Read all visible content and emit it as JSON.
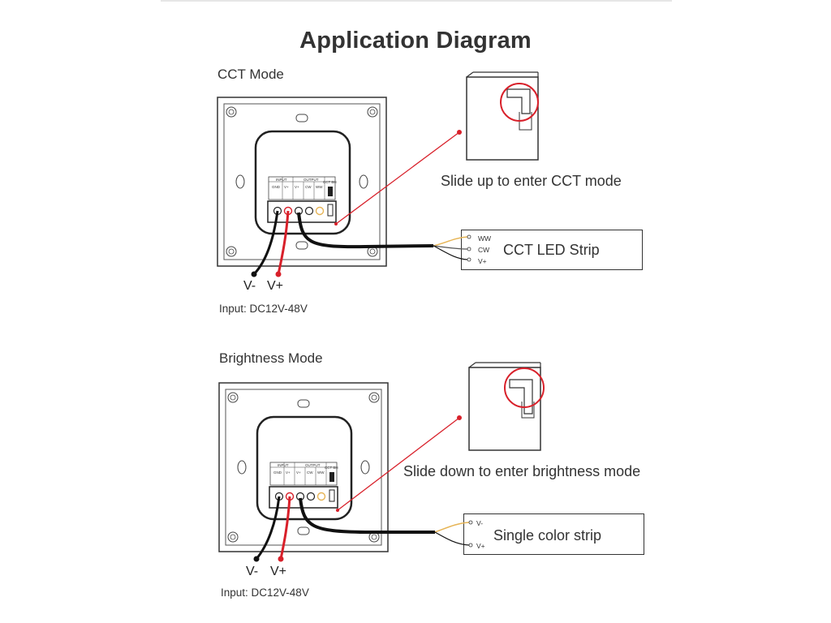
{
  "title": "Application Diagram",
  "cct": {
    "section_label": "CCT Mode",
    "switch_caption": "Slide up to enter CCT mode",
    "strip_label": "CCT LED Strip",
    "strip_pins": [
      "WW",
      "CW",
      "V+"
    ],
    "v_minus": "V-",
    "v_plus": "V+",
    "input": "Input: DC12V-48V"
  },
  "brightness": {
    "section_label": "Brightness Mode",
    "switch_caption": "Slide down to enter brightness mode",
    "strip_label": "Single color strip",
    "strip_pins": [
      "V-",
      "V+"
    ],
    "v_minus": "V-",
    "v_plus": "V+",
    "input": "Input: DC12V-48V"
  },
  "terminal": {
    "input_header": "INPUT",
    "output_header": "OUTPUT",
    "input_pins": [
      "GND",
      "V+"
    ],
    "output_pins": [
      "V+",
      "CW",
      "WW"
    ],
    "switch_label": "CCT BH"
  },
  "colors": {
    "red": "#d8202a",
    "black": "#111111",
    "yellow": "#e6b455",
    "line": "#333333"
  }
}
